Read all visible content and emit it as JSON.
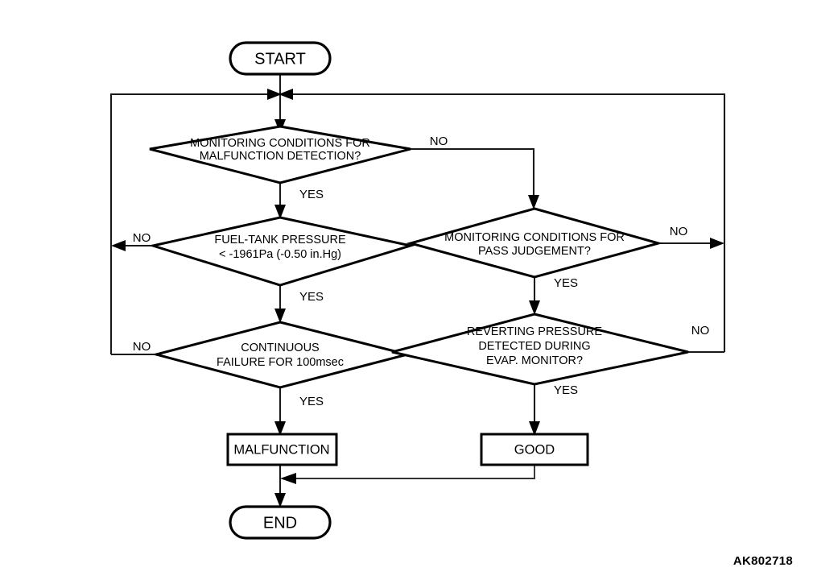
{
  "diagram": {
    "title": "EVAP System Fuel-Tank Pressure Monitor Flowchart",
    "figure_code": "AK802718",
    "background_color": "#ffffff",
    "line_color": "#000000",
    "nodes": {
      "start": {
        "label": "START",
        "shape": "terminator"
      },
      "end": {
        "label": "END",
        "shape": "terminator"
      },
      "decision_1": {
        "shape": "diamond",
        "line1": "MONITORING CONDITIONS FOR",
        "line2": "MALFUNCTION DETECTION?",
        "line3": "",
        "yes_label": "YES",
        "no_label": "NO"
      },
      "decision_2": {
        "shape": "diamond",
        "line1": "FUEL-TANK PRESSURE",
        "line2": "< -1961Pa (-0.50 in.Hg)",
        "line3": "",
        "yes_label": "YES",
        "no_label": "NO"
      },
      "decision_3": {
        "shape": "diamond",
        "line1": "CONTINUOUS",
        "line2": "FAILURE FOR 100msec",
        "line3": "",
        "yes_label": "YES",
        "no_label": "NO"
      },
      "decision_4": {
        "shape": "diamond",
        "line1": "MONITORING CONDITIONS FOR",
        "line2": "PASS JUDGEMENT?",
        "line3": "",
        "yes_label": "YES",
        "no_label": "NO"
      },
      "decision_5": {
        "shape": "diamond",
        "line1": "REVERTING PRESSURE",
        "line2": "DETECTED DURING",
        "line3": "EVAP. MONITOR?",
        "yes_label": "YES",
        "no_label": "NO"
      },
      "result_malfunction": {
        "label": "MALFUNCTION",
        "shape": "rectangle"
      },
      "result_good": {
        "label": "GOOD",
        "shape": "rectangle"
      }
    }
  },
  "chart_data": {
    "type": "diagram",
    "title": "EVAP System Fuel-Tank Pressure Monitor Flowchart",
    "flow": [
      {
        "from": "START",
        "to": "MONITORING CONDITIONS FOR MALFUNCTION DETECTION?",
        "label": ""
      },
      {
        "from": "MONITORING CONDITIONS FOR MALFUNCTION DETECTION?",
        "to": "FUEL-TANK PRESSURE < -1961Pa (-0.50 in.Hg)",
        "label": "YES"
      },
      {
        "from": "MONITORING CONDITIONS FOR MALFUNCTION DETECTION?",
        "to": "MONITORING CONDITIONS FOR PASS JUDGEMENT?",
        "label": "NO"
      },
      {
        "from": "FUEL-TANK PRESSURE < -1961Pa (-0.50 in.Hg)",
        "to": "CONTINUOUS FAILURE FOR 100msec",
        "label": "YES"
      },
      {
        "from": "FUEL-TANK PRESSURE < -1961Pa (-0.50 in.Hg)",
        "to": "START (loop back)",
        "label": "NO"
      },
      {
        "from": "CONTINUOUS FAILURE FOR 100msec",
        "to": "MALFUNCTION",
        "label": "YES"
      },
      {
        "from": "CONTINUOUS FAILURE FOR 100msec",
        "to": "START (loop back)",
        "label": "NO"
      },
      {
        "from": "MONITORING CONDITIONS FOR PASS JUDGEMENT?",
        "to": "REVERTING PRESSURE DETECTED DURING EVAP. MONITOR?",
        "label": "YES"
      },
      {
        "from": "MONITORING CONDITIONS FOR PASS JUDGEMENT?",
        "to": "START (loop back)",
        "label": "NO"
      },
      {
        "from": "REVERTING PRESSURE DETECTED DURING EVAP. MONITOR?",
        "to": "GOOD",
        "label": "YES"
      },
      {
        "from": "REVERTING PRESSURE DETECTED DURING EVAP. MONITOR?",
        "to": "START (loop back)",
        "label": "NO"
      },
      {
        "from": "MALFUNCTION",
        "to": "END",
        "label": ""
      },
      {
        "from": "GOOD",
        "to": "END",
        "label": ""
      }
    ]
  }
}
